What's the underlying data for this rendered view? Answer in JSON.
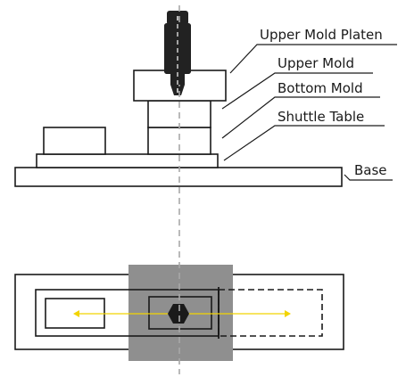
{
  "labels": {
    "upper_mold_platen": "Upper Mold Platen",
    "upper_mold": "Upper Mold",
    "bottom_mold": "Bottom Mold",
    "shuttle_table": "Shuttle Table",
    "base": "Base"
  },
  "colors": {
    "line": "#1a1a1a",
    "centerline": "#a8a8a8",
    "press_zone": "#8f8f8f",
    "motion_arrow": "#f2d400",
    "screw_body": "#222222"
  }
}
